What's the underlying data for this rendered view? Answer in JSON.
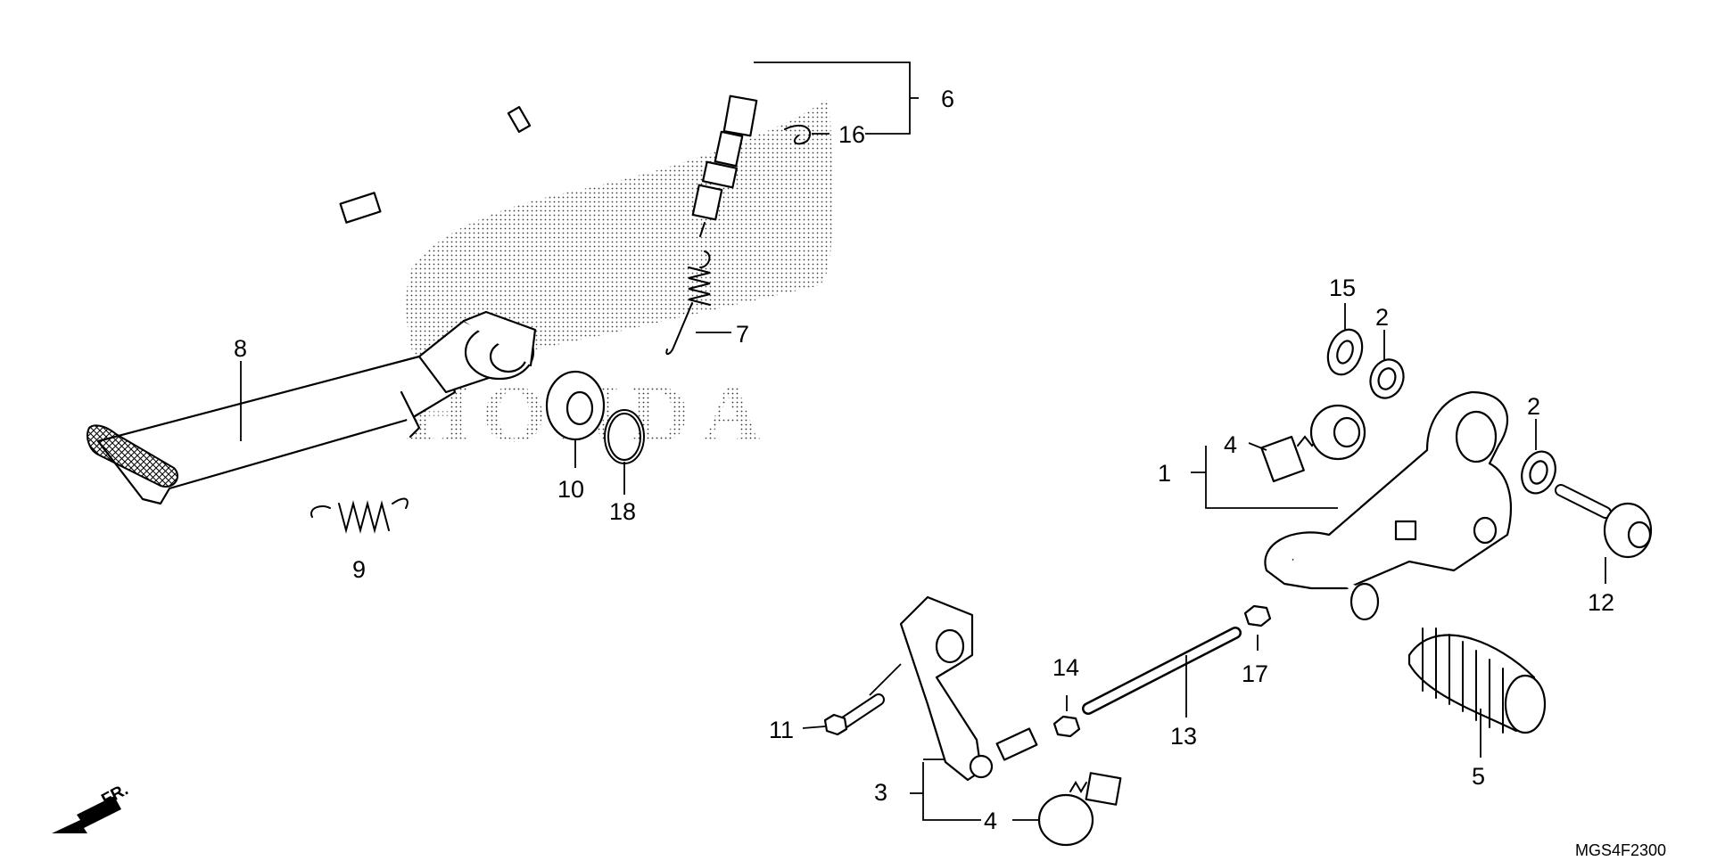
{
  "diagram": {
    "drawing_code": "MGS4F2300",
    "direction_marker": "FR.",
    "watermark_text": "HONDA",
    "callouts": [
      {
        "id": "c1",
        "text": "1"
      },
      {
        "id": "c2a",
        "text": "2"
      },
      {
        "id": "c2b",
        "text": "2"
      },
      {
        "id": "c3",
        "text": "3"
      },
      {
        "id": "c4a",
        "text": "4"
      },
      {
        "id": "c4b",
        "text": "4"
      },
      {
        "id": "c5",
        "text": "5"
      },
      {
        "id": "c6",
        "text": "6"
      },
      {
        "id": "c7",
        "text": "7"
      },
      {
        "id": "c8",
        "text": "8"
      },
      {
        "id": "c9",
        "text": "9"
      },
      {
        "id": "c10",
        "text": "10"
      },
      {
        "id": "c11",
        "text": "11"
      },
      {
        "id": "c12",
        "text": "12"
      },
      {
        "id": "c13",
        "text": "13"
      },
      {
        "id": "c14",
        "text": "14"
      },
      {
        "id": "c15",
        "text": "15"
      },
      {
        "id": "c16",
        "text": "16"
      },
      {
        "id": "c17",
        "text": "17"
      },
      {
        "id": "c18",
        "text": "18"
      }
    ]
  }
}
